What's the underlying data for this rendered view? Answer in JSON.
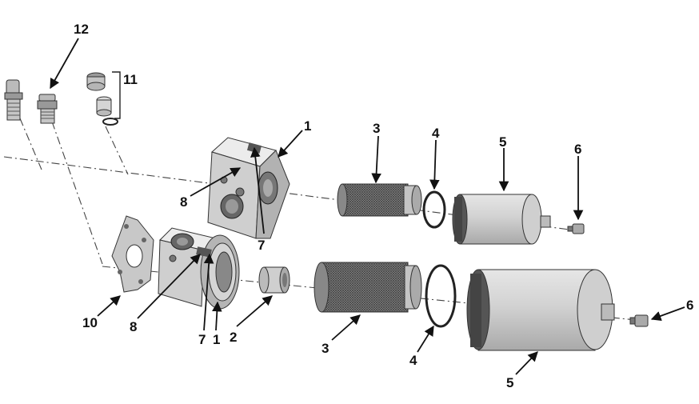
{
  "callouts": {
    "c1_top": "1",
    "c1_bottom": "1",
    "c2": "2",
    "c3_top": "3",
    "c3_bottom": "3",
    "c4_top": "4",
    "c4_bottom": "4",
    "c5_top": "5",
    "c5_bottom": "5",
    "c6_top": "6",
    "c6_bottom": "6",
    "c7_top": "7",
    "c7_bottom": "7",
    "c8_top": "8",
    "c8_bottom": "8",
    "c10": "10",
    "c11": "11",
    "c12": "12"
  },
  "colors": {
    "body_fill": "#cdcdcd",
    "body_shade": "#a8a8a8",
    "dark": "#555555",
    "outline": "#333333",
    "line": "#333333"
  }
}
